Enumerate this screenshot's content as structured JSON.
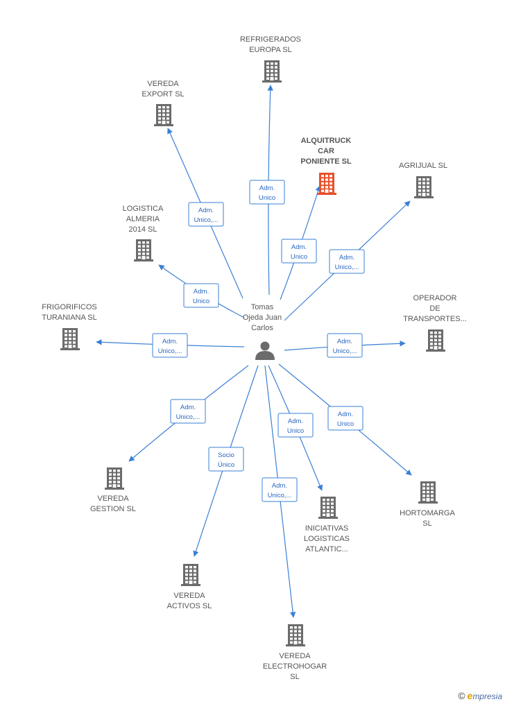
{
  "center": {
    "lines": [
      "Tomas",
      "Ojeda Juan",
      "Carlos"
    ],
    "icon": "person-icon"
  },
  "colors": {
    "edge": "#3a7fd5",
    "building": "#6b6b6b",
    "highlight_building": "#e8502a",
    "label": "#555555"
  },
  "nodes": [
    {
      "id": "refrigerados",
      "lines": [
        "REFRIGERADOS",
        "EUROPA SL"
      ],
      "highlight": false,
      "edge": [
        "Adm.",
        "Unico"
      ]
    },
    {
      "id": "vereda-export",
      "lines": [
        "VEREDA",
        "EXPORT SL"
      ],
      "highlight": false,
      "edge": [
        "Adm.",
        "Unico,..."
      ]
    },
    {
      "id": "alquitruck",
      "lines": [
        "ALQUITRUCK",
        "CAR",
        "PONIENTE SL"
      ],
      "highlight": true,
      "edge": [
        "Adm.",
        "Unico"
      ]
    },
    {
      "id": "agrijual",
      "lines": [
        "AGRIJUAL SL"
      ],
      "highlight": false,
      "edge": [
        "Adm.",
        "Unico,..."
      ]
    },
    {
      "id": "logistica-almeria",
      "lines": [
        "LOGISTICA",
        "ALMERIA",
        "2014 SL"
      ],
      "highlight": false,
      "edge": [
        "Adm.",
        "Unico"
      ]
    },
    {
      "id": "frigorificos",
      "lines": [
        "FRIGORIFICOS",
        "TURANIANA SL"
      ],
      "highlight": false,
      "edge": [
        "Adm.",
        "Unico,..."
      ]
    },
    {
      "id": "operador",
      "lines": [
        "OPERADOR",
        "DE",
        "TRANSPORTES..."
      ],
      "highlight": false,
      "edge": [
        "Adm.",
        "Unico,..."
      ]
    },
    {
      "id": "vereda-gestion",
      "lines": [
        "VEREDA",
        "GESTION SL"
      ],
      "highlight": false,
      "edge": [
        "Adm.",
        "Unico,..."
      ]
    },
    {
      "id": "hortomarga",
      "lines": [
        "HORTOMARGA",
        "SL"
      ],
      "highlight": false,
      "edge": [
        "Adm.",
        "Unico"
      ]
    },
    {
      "id": "iniciativas",
      "lines": [
        "INICIATIVAS",
        "LOGISTICAS",
        "ATLANTIC..."
      ],
      "highlight": false,
      "edge": [
        "Adm.",
        "Unico"
      ]
    },
    {
      "id": "vereda-activos",
      "lines": [
        "VEREDA",
        "ACTIVOS SL"
      ],
      "highlight": false,
      "edge": [
        "Socio",
        "Único"
      ]
    },
    {
      "id": "vereda-electrohogar",
      "lines": [
        "VEREDA",
        "ELECTROHOGAR",
        "SL"
      ],
      "highlight": false,
      "edge": [
        "Adm.",
        "Unico,..."
      ]
    }
  ],
  "footer": {
    "copyright": "©",
    "brand_initial": "e",
    "brand_rest": "mpresia"
  }
}
